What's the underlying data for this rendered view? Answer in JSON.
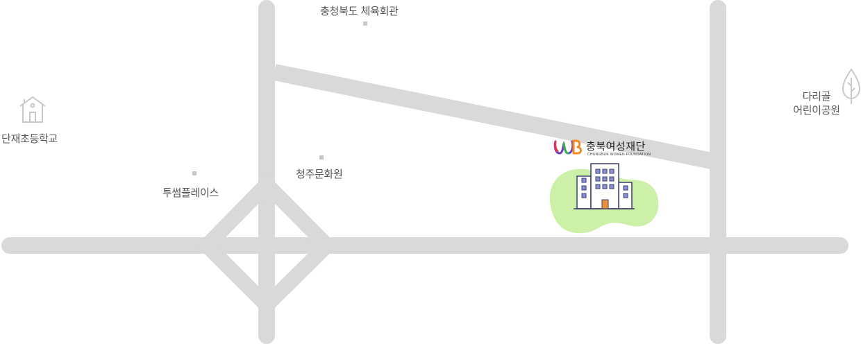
{
  "landmarks": {
    "gym": "충청북도 체육회관",
    "school": "단재초등학교",
    "park_line1": "다리골",
    "park_line2": "어린이공원",
    "twosome": "투썸플레이스",
    "culture": "청주문화원"
  },
  "destination": {
    "name": "충북여성재단",
    "name_en": "CHUNGBUK WOMEN FOUNDATION"
  },
  "colors": {
    "road": "#d9d9d9",
    "icon": "#c8c8c8",
    "green_blob": "#cdf0a8",
    "building_outline": "#3a3f6b",
    "window": "#8c8fd8",
    "door": "#e8913a"
  },
  "icons": {
    "school": "house-icon",
    "park": "tree-icon",
    "destination": "building-icon",
    "logo": "wb-logo-icon"
  }
}
